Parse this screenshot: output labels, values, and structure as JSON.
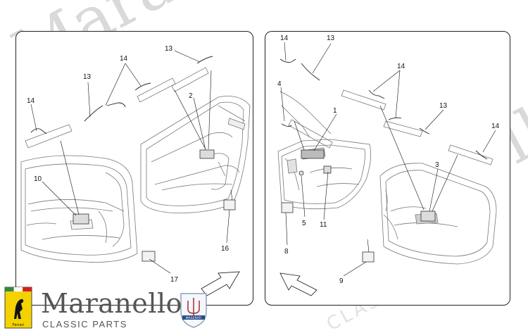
{
  "watermark": {
    "word": "Maranello",
    "sub": "CLASSIC PARTS"
  },
  "labels": {
    "1": "1",
    "2": "2",
    "3": "3",
    "4": "4",
    "5": "5",
    "8": "8",
    "9": "9",
    "10": "10",
    "11": "11",
    "13": "13",
    "14": "14",
    "16": "16",
    "17": "17"
  },
  "brand": {
    "name": "Maranello",
    "subtitle": "CLASSIC PARTS",
    "shield_text": "Ferrari",
    "trident_text": "MASERATI"
  },
  "colors": {
    "shield_yellow": "#f4d200",
    "brand_gray": "#555555",
    "line": "#777777"
  }
}
